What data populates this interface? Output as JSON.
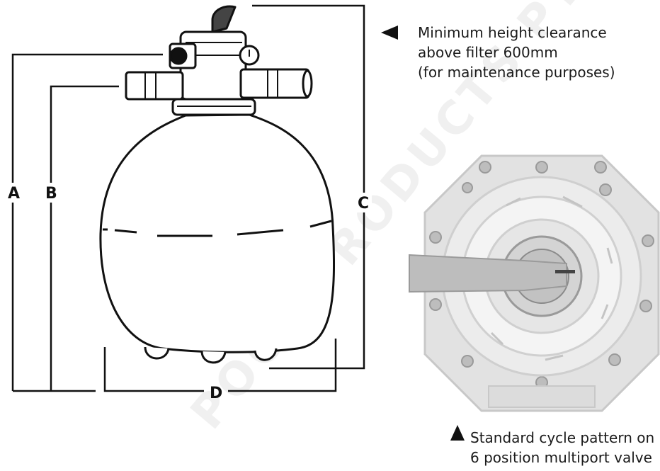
{
  "dimension_labels": {
    "a": "A",
    "b": "B",
    "c": "C",
    "d": "D"
  },
  "notes": {
    "clearance": {
      "line1": "Minimum height clearance",
      "line2": "above filter 600mm",
      "line3": "(for maintenance purposes)"
    },
    "cycle": {
      "line1": "Standard cycle pattern on",
      "line2": "6 position multiport valve"
    }
  },
  "watermark": "POOL PRODUCTS PTY",
  "colors": {
    "ink": "#111111",
    "valve_gray": "#bdbdbd",
    "tank_fill": "#ffffff"
  }
}
